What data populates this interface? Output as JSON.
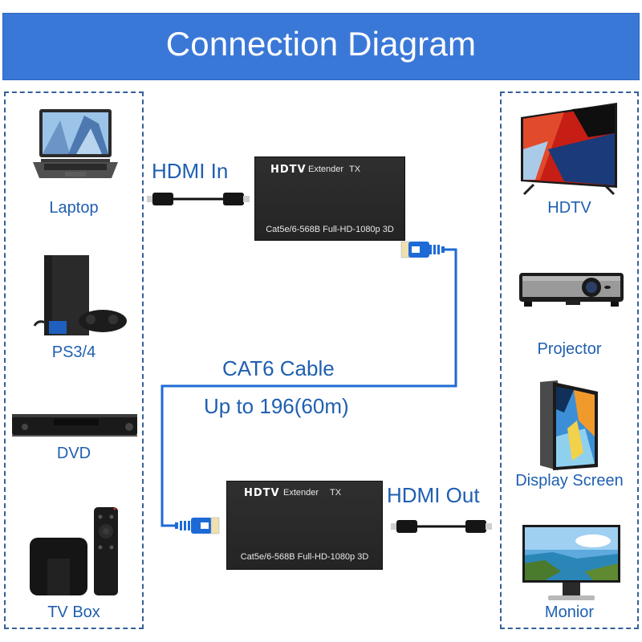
{
  "header": {
    "title": "Connection Diagram"
  },
  "colors": {
    "banner": "#3a78d8",
    "label_blue": "#1f5fb0",
    "cable_blue": "#1d6ad6",
    "dashed_border": "#35609a",
    "extender_body": "#2a2a2a"
  },
  "sources": {
    "items": [
      {
        "label": "Laptop",
        "icon": "laptop-icon"
      },
      {
        "label": "PS3/4",
        "icon": "game-console-icon"
      },
      {
        "label": "DVD",
        "icon": "dvd-player-icon"
      },
      {
        "label": "TV Box",
        "icon": "tv-box-icon"
      }
    ]
  },
  "displays": {
    "items": [
      {
        "label": "HDTV",
        "icon": "tv-icon"
      },
      {
        "label": "Projector",
        "icon": "projector-icon"
      },
      {
        "label": "Display Screen",
        "icon": "tablet-icon"
      },
      {
        "label": "Monior",
        "icon": "monitor-icon"
      }
    ]
  },
  "connections": {
    "hdmi_in": "HDMI In",
    "hdmi_out": "HDMI Out",
    "cable_name": "CAT6 Cable",
    "cable_range": "Up to 196(60m)"
  },
  "transmitter": {
    "brand": "HDTV",
    "model": "Extender",
    "type": "TX",
    "spec": "Cat5e/6-568B Full-HD-1080p 3D"
  },
  "receiver": {
    "brand": "HDTV",
    "model": "Extender",
    "type": "TX",
    "spec": "Cat5e/6-568B Full-HD-1080p 3D"
  }
}
